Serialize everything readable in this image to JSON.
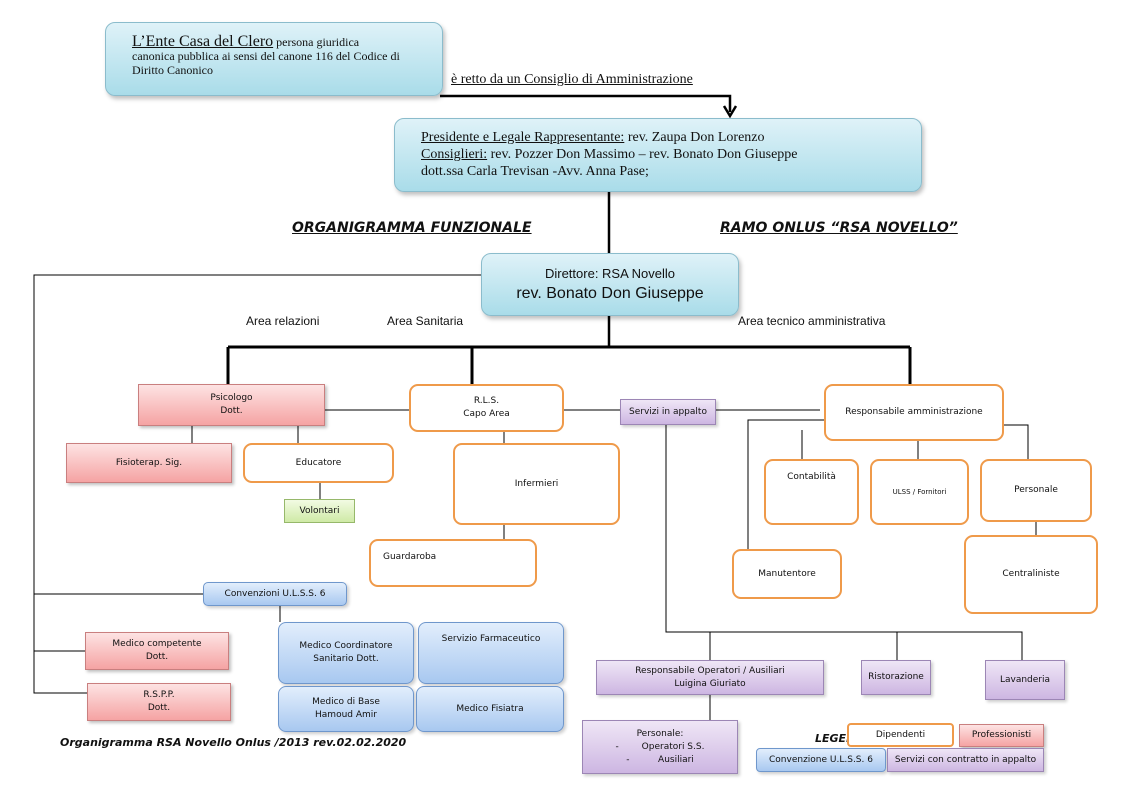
{
  "ente": {
    "title": "L’Ente Casa del Clero",
    "desc_line1": " persona giuridica",
    "desc_line2": "canonica pubblica  ai sensi del canone 116 del Codice di",
    "desc_line3": "Diritto Canonico"
  },
  "retto": "è retto da un Consiglio di Amministrazione",
  "board": {
    "president_label": "Presidente e Legale Rappresentante:",
    "president_name": " rev. Zaupa Don Lorenzo",
    "councillors_label": "Consiglieri:",
    "councillors_names": " rev. Pozzer Don Massimo –  rev. Bonato Don Giuseppe",
    "councillors_line2": "dott.ssa Carla Trevisan -Avv. Anna Pase;"
  },
  "headings": {
    "left": "ORGANIGRAMMA  FUNZIONALE",
    "right": "RAMO   ONLUS  “RSA NOVELLO”"
  },
  "director": {
    "line1": "Direttore: RSA Novello",
    "line2": "rev. Bonato Don Giuseppe"
  },
  "areas": {
    "relazioni": "Area relazioni",
    "sanitaria": "Area Sanitaria",
    "tecnico": "Area tecnico amministrativa"
  },
  "nodes": {
    "psicologo_1": "Psicologo",
    "psicologo_2": "Dott.",
    "fisioterap": "Fisioterap. Sig.",
    "educatore": "Educatore",
    "volontari": "Volontari",
    "rls_1": "R.L.S.",
    "rls_2": "Capo  Area",
    "infermieri": "Infermieri",
    "guardaroba": "Guardaroba",
    "servizi_appalto": "Servizi in appalto",
    "resp_amm": "Responsabile amministrazione",
    "contabilita": "Contabilità",
    "ulss_fornitori": "ULSS / Fornitori",
    "personale": "Personale",
    "manutentore": "Manutentore",
    "centraliniste": "Centraliniste",
    "convenzioni": "Convenzioni U.L.S.S. 6",
    "medico_comp_1": "Medico competente",
    "medico_comp_2": "Dott.",
    "rspp_1": "R.S.P.P.",
    "rspp_2": "Dott.",
    "medico_coord_1": "Medico Coordinatore",
    "medico_coord_2": "Sanitario  Dott.",
    "serv_farm": "Servizio Farmaceutico",
    "medico_base_1": "Medico di Base",
    "medico_base_2": "Hamoud Amir",
    "medico_fisiatra": "Medico Fisiatra",
    "resp_op_1": "Responsabile Operatori / Ausiliari",
    "resp_op_2": "Luigina Giuriato",
    "ristorazione": "Ristorazione",
    "lavanderia": "Lavanderia",
    "personale_op_1": "Personale:",
    "personale_op_2": "-        Operatori S.S.",
    "personale_op_3": "-          Ausiliari"
  },
  "footer": "Organigramma RSA Novello Onlus /2013 rev.02.02.2020",
  "legend": {
    "title": "LEGENDA",
    "dipendenti": "Dipendenti",
    "professionisti": "Professionisti",
    "convenzione": "Convenzione U.L.S.S. 6",
    "servizi": "Servizi con contratto in appalto"
  }
}
